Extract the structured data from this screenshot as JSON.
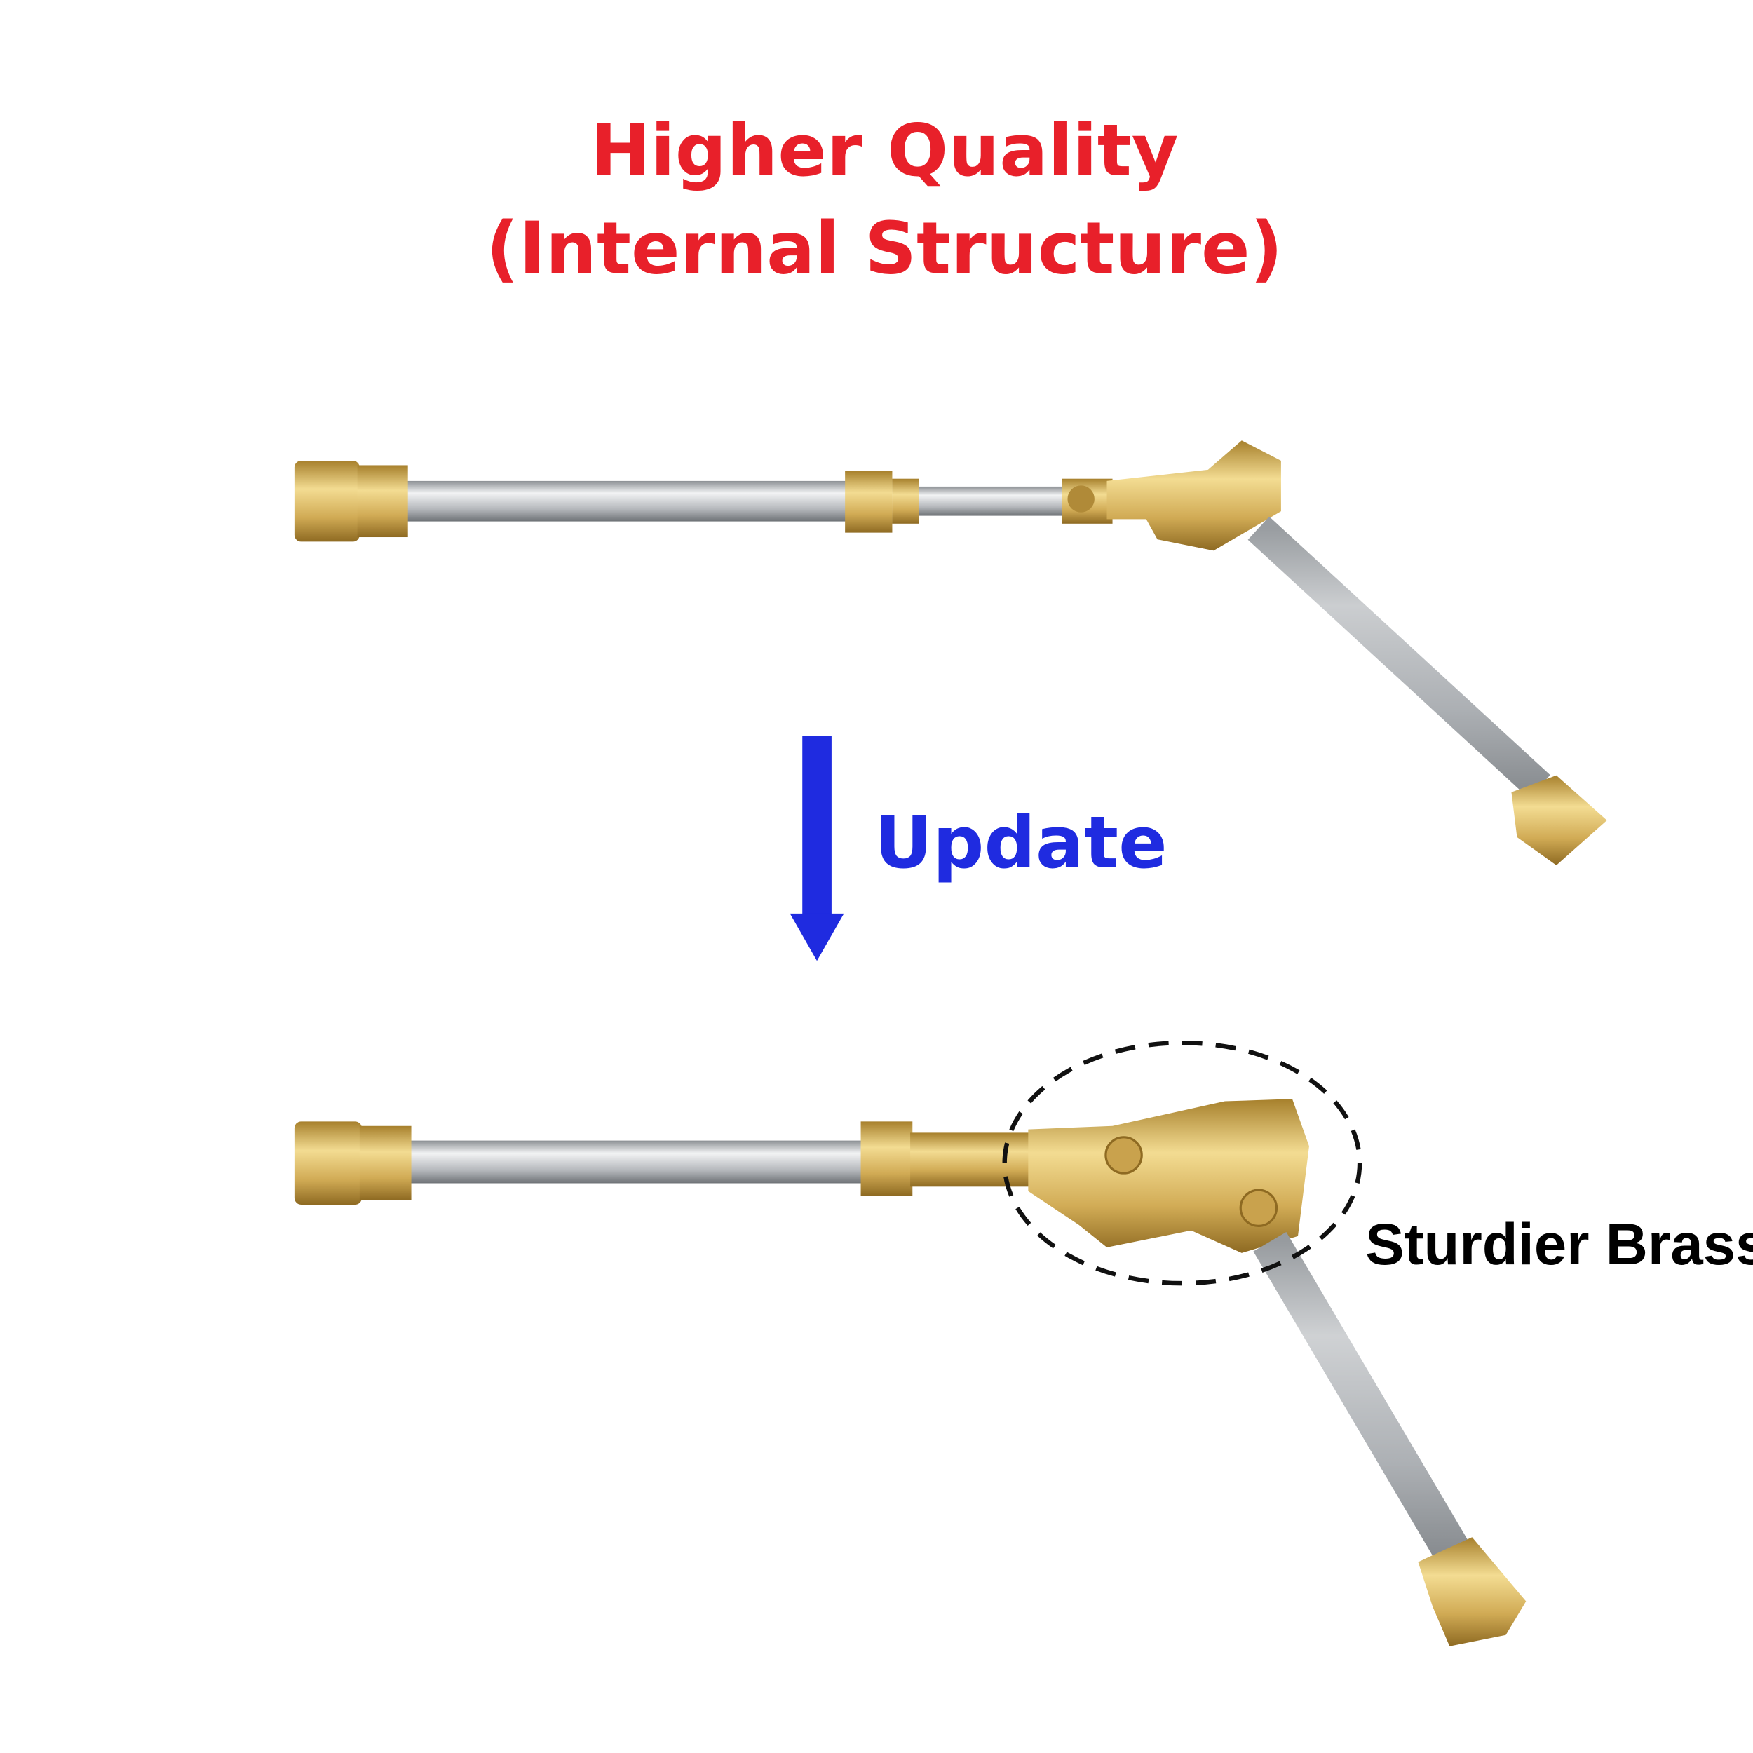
{
  "title": {
    "line1": "Higher Quality",
    "line2": "(Internal Structure)",
    "color": "#e8202a"
  },
  "update": {
    "label": "Update",
    "color": "#1f2be0"
  },
  "callout": {
    "label": "Sturdier Brass"
  },
  "colors": {
    "brass": "#d8b45a",
    "steel": "#b9bcc0"
  }
}
